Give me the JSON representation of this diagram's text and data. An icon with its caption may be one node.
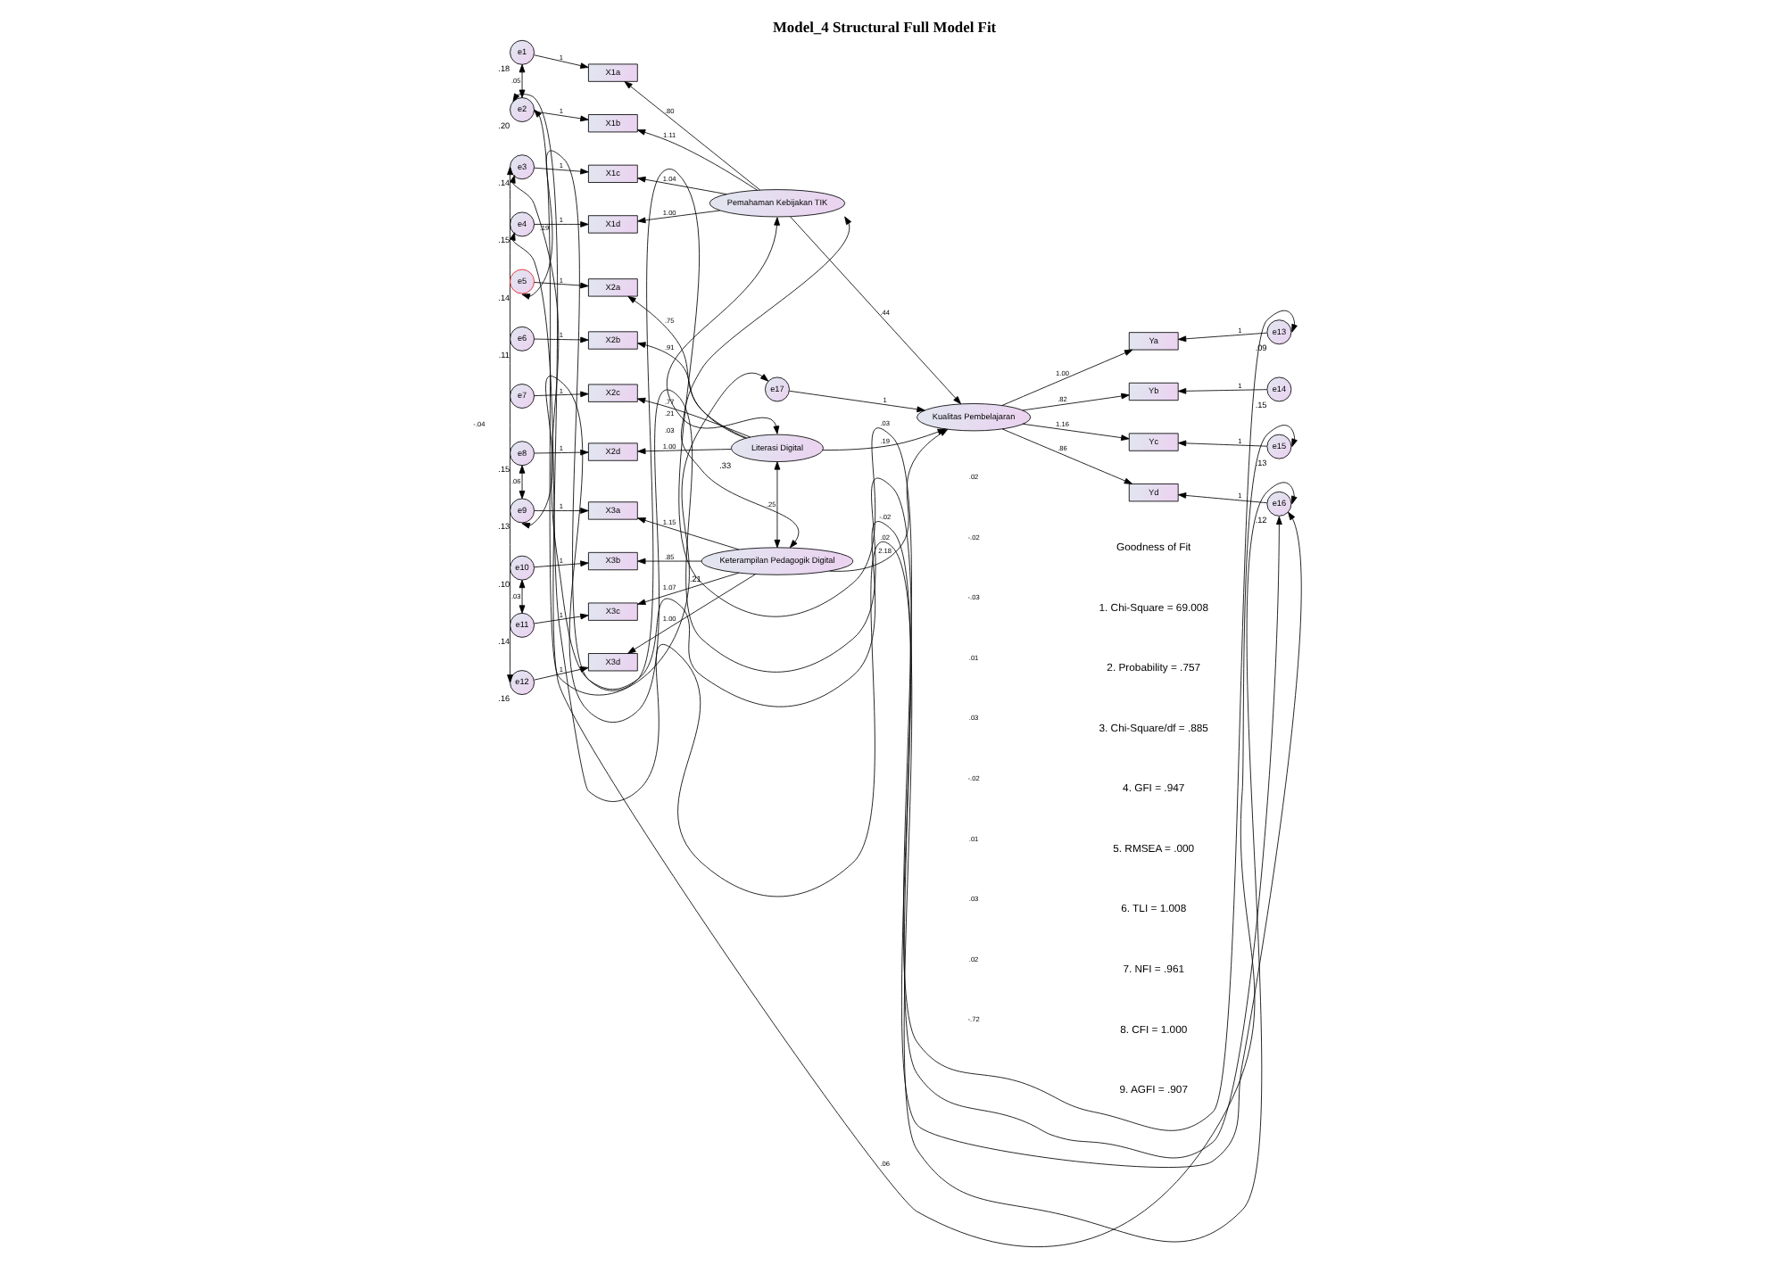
{
  "diagram": {
    "title": "Model_4 Structural Full Model Fit",
    "nodes": [
      {
        "text": [
          "e1"
        ],
        "beside": [
          ".18"
        ]
      },
      {
        "text": [
          "e2"
        ],
        "beside": [
          ".20"
        ]
      },
      {
        "text": [
          "e3"
        ],
        "beside": [
          ".14"
        ]
      },
      {
        "text": [
          "e4"
        ],
        "beside": [
          ".15"
        ]
      },
      {
        "text": [
          "e5"
        ],
        "beside": [
          ".14"
        ]
      },
      {
        "text": [
          "e6"
        ],
        "beside": [
          ".11"
        ]
      },
      {
        "text": [
          "e7"
        ]
      },
      {
        "text": [
          "e8"
        ],
        "beside": [
          ".15"
        ]
      },
      {
        "text": [
          "e9"
        ],
        "beside": [
          ".13"
        ]
      },
      {
        "text": [
          "e10"
        ],
        "beside": [
          ".10"
        ]
      },
      {
        "text": [
          "e11"
        ],
        "beside": [
          ".14"
        ]
      },
      {
        "text": [
          "e12"
        ],
        "beside": [
          ".16"
        ]
      },
      {
        "text": [
          "X1a"
        ]
      },
      {
        "text": [
          "X1b"
        ]
      },
      {
        "text": [
          "X1c"
        ]
      },
      {
        "text": [
          "X1d"
        ]
      },
      {
        "text": [
          "X2a"
        ]
      },
      {
        "text": [
          "X2b"
        ]
      },
      {
        "text": [
          "X2c"
        ]
      },
      {
        "text": [
          "X2d"
        ]
      },
      {
        "text": [
          "X3a"
        ]
      },
      {
        "text": [
          "X3b"
        ]
      },
      {
        "text": [
          "X3c"
        ]
      },
      {
        "text": [
          "X3d"
        ]
      },
      {
        "text": [
          "Pemahaman Kebijakan TIK"
        ]
      },
      {
        "text": [
          "Literasi Digital"
        ],
        "beside": [
          ".33"
        ]
      },
      {
        "text": [
          "Keterampilan Pedagogik Digital"
        ],
        "beside": [
          ".21"
        ]
      },
      {
        "text": [
          "e17"
        ]
      },
      {
        "text": [
          "Kualitas Pembelajaran"
        ]
      },
      {
        "text": [
          "Ya"
        ]
      },
      {
        "text": [
          "Yb"
        ]
      },
      {
        "text": [
          "Yc"
        ]
      },
      {
        "text": [
          "Yd"
        ]
      },
      {
        "text": [
          "e13"
        ],
        "beside": [
          ".09"
        ]
      },
      {
        "text": [
          "e14"
        ],
        "beside": [
          ".15"
        ]
      },
      {
        "text": [
          "e15"
        ],
        "beside": [
          ".13"
        ]
      },
      {
        "text": [
          "e16"
        ],
        "beside": [
          ".12"
        ]
      }
    ],
    "edges": [
      {
        "from": 0,
        "to": 12,
        "arrow": "to",
        "label": "1"
      },
      {
        "from": 1,
        "to": 13,
        "arrow": "to",
        "label": "1"
      },
      {
        "from": 2,
        "to": 14,
        "arrow": "to",
        "label": "1"
      },
      {
        "from": 3,
        "to": 15,
        "arrow": "to",
        "label": "1"
      },
      {
        "from": 4,
        "to": 16,
        "arrow": "to",
        "label": "1"
      },
      {
        "from": 5,
        "to": 17,
        "arrow": "to",
        "label": "1"
      },
      {
        "from": 6,
        "to": 18,
        "arrow": "to",
        "label": "1"
      },
      {
        "from": 7,
        "to": 19,
        "arrow": "to",
        "label": "1"
      },
      {
        "from": 8,
        "to": 20,
        "arrow": "to",
        "label": "1"
      },
      {
        "from": 9,
        "to": 21,
        "arrow": "to",
        "label": "1"
      },
      {
        "from": 10,
        "to": 22,
        "arrow": "to",
        "label": "1"
      },
      {
        "from": 11,
        "to": 23,
        "arrow": "to",
        "label": "1"
      },
      {
        "from": 24,
        "to": 12,
        "arrow": "to",
        "label": ".80"
      },
      {
        "from": 24,
        "to": 13,
        "arrow": "to",
        "label": "1.11"
      },
      {
        "from": 24,
        "to": 14,
        "arrow": "to",
        "label": "1.04"
      },
      {
        "from": 24,
        "to": 15,
        "arrow": "to",
        "label": "1.00"
      },
      {
        "from": 25,
        "to": 16,
        "arrow": "to",
        "label": ".75"
      },
      {
        "from": 25,
        "to": 17,
        "arrow": "to",
        "label": ".91"
      },
      {
        "from": 25,
        "to": 18,
        "arrow": "to",
        "label": ".77"
      },
      {
        "from": 25,
        "to": 19,
        "arrow": "to",
        "label": "1.00"
      },
      {
        "from": 26,
        "to": 20,
        "arrow": "to",
        "label": "1.15"
      },
      {
        "from": 26,
        "to": 21,
        "arrow": "to",
        "label": ".85"
      },
      {
        "from": 26,
        "to": 22,
        "arrow": "to",
        "label": "1.07"
      },
      {
        "from": 26,
        "to": 23,
        "arrow": "to",
        "label": "1.00"
      },
      {
        "from": 28,
        "to": 29,
        "arrow": "to",
        "label": "1.00"
      },
      {
        "from": 28,
        "to": 30,
        "arrow": "to",
        "label": ".82"
      },
      {
        "from": 28,
        "to": 31,
        "arrow": "to",
        "label": "1.16"
      },
      {
        "from": 28,
        "to": 32,
        "arrow": "to",
        "label": ".86"
      },
      {
        "from": 33,
        "to": 29,
        "arrow": "to",
        "label": "1"
      },
      {
        "from": 34,
        "to": 30,
        "arrow": "to",
        "label": "1"
      },
      {
        "from": 35,
        "to": 31,
        "arrow": "to",
        "label": "1"
      },
      {
        "from": 36,
        "to": 32,
        "arrow": "to",
        "label": "1"
      },
      {
        "from": 27,
        "to": 28,
        "arrow": "to",
        "label": "1"
      },
      {
        "from": 24,
        "to": 28,
        "arrow": "to",
        "label": ".44"
      },
      {
        "from": 25,
        "to": 28,
        "arrow": "to",
        "label": ".19"
      },
      {
        "from": 26,
        "to": 28,
        "arrow": "to",
        "label": "2.18"
      },
      {
        "from": 24,
        "to": 25,
        "arrow": "both",
        "label": ".21"
      },
      {
        "from": 24,
        "to": 26,
        "arrow": "both",
        "label": ".03"
      },
      {
        "from": 25,
        "to": 26,
        "arrow": "both",
        "label": ".25"
      },
      {
        "from": 0,
        "to": 1,
        "arrow": "both",
        "label": ".05"
      },
      {
        "from": 9,
        "to": 10,
        "arrow": "both",
        "label": ".03"
      },
      {
        "from": 1,
        "to": 27,
        "arrow": "both",
        "label": ".19"
      },
      {
        "from": 1,
        "to": 35,
        "arrow": "both",
        "label": ".06"
      },
      {
        "from": 3,
        "to": 36,
        "arrow": "both",
        "label": ".02"
      },
      {
        "from": 7,
        "to": 8,
        "arrow": "both",
        "label": ".06"
      },
      {
        "from": 2,
        "to": 11,
        "arrow": "both",
        "label": "-.04"
      },
      {
        "from": 2,
        "to": 36,
        "arrow": "both",
        "label": "-.02"
      },
      {
        "from": 4,
        "to": 33,
        "arrow": "both",
        "label": ".03"
      },
      {
        "from": 8,
        "to": 36,
        "arrow": "both"
      }
    ],
    "labels": [
      ".02",
      "-.02",
      "-.03",
      ".01",
      ".03",
      "-.02",
      ".01",
      ".03",
      ".02",
      "-.72",
      "Goodness of Fit",
      "1. Chi-Square = 69.008",
      "2. Probability = .757",
      "3. Chi-Square/df = .885",
      "4. GFI = .947",
      "5. RMSEA = .000",
      "6. TLI = 1.008",
      "7. NFI = .961",
      "8. CFI = 1.000",
      "9. AGFI = .907"
    ]
  }
}
